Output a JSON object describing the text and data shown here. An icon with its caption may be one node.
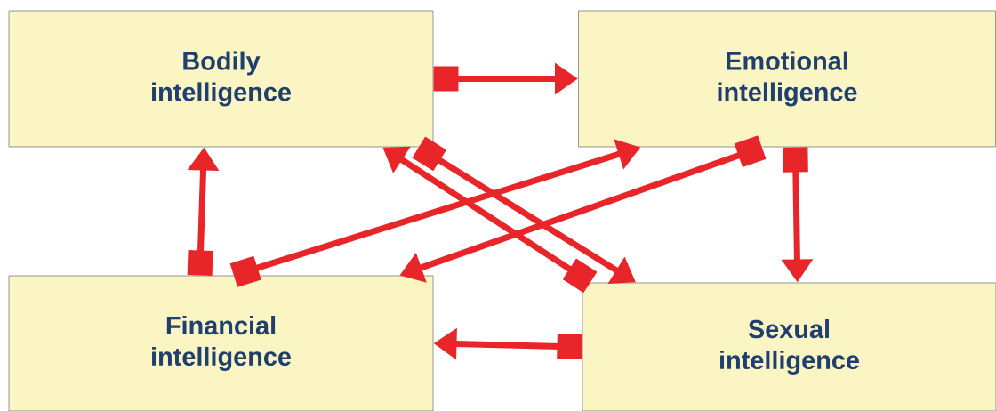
{
  "diagram": {
    "nodes": [
      {
        "text": [
          "Bodily intelligence"
        ]
      },
      {
        "text": [
          "Emotional intelligence"
        ]
      },
      {
        "text": [
          "Financial intelligence"
        ]
      },
      {
        "text": [
          "Sexual intelligence"
        ]
      }
    ],
    "edges": [
      {
        "from": 0,
        "to": 1,
        "arrow": "to"
      },
      {
        "from": 2,
        "to": 0,
        "arrow": "to"
      },
      {
        "from": 2,
        "to": 1,
        "arrow": "to"
      },
      {
        "from": 1,
        "to": 2,
        "arrow": "to"
      },
      {
        "from": 1,
        "to": 3,
        "arrow": "to"
      },
      {
        "from": 0,
        "to": 3,
        "arrow": "to"
      },
      {
        "from": 3,
        "to": 0,
        "arrow": "to"
      },
      {
        "from": 3,
        "to": 2,
        "arrow": "to"
      }
    ]
  }
}
